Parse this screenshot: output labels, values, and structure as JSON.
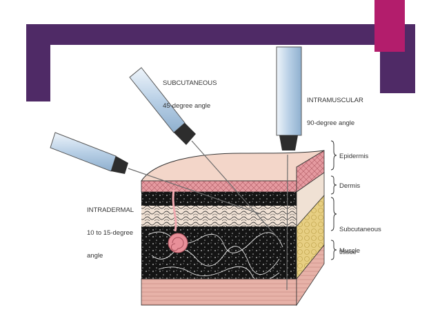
{
  "colors": {
    "banner": "#4f2a66",
    "accent": "#b31d6c",
    "skin_top": "#f3d6c9",
    "epidermis": "#e8a7a5",
    "dermis": "#f0e1d4",
    "subcutaneous": "#e7cf83",
    "muscle": "#e8b2a8",
    "dark_tissue": "#111111",
    "syringe_barrel": "#cfe0ef",
    "needle": "#6b6b6b"
  },
  "injections": [
    {
      "name_label": "SUBCUTANEOUS",
      "angle_label": "45-degree angle"
    },
    {
      "name_label": "INTRAMUSCULAR",
      "angle_label": "90-degree angle"
    },
    {
      "name_label": "INTRADERMAL",
      "angle_label": "10 to 15-degree",
      "angle_label_2": "angle"
    }
  ],
  "layers": [
    {
      "label": "Epidermis"
    },
    {
      "label": "Dermis"
    },
    {
      "label": "Subcutaneous",
      "label_2": "tissue"
    },
    {
      "label": "Muscle"
    }
  ]
}
